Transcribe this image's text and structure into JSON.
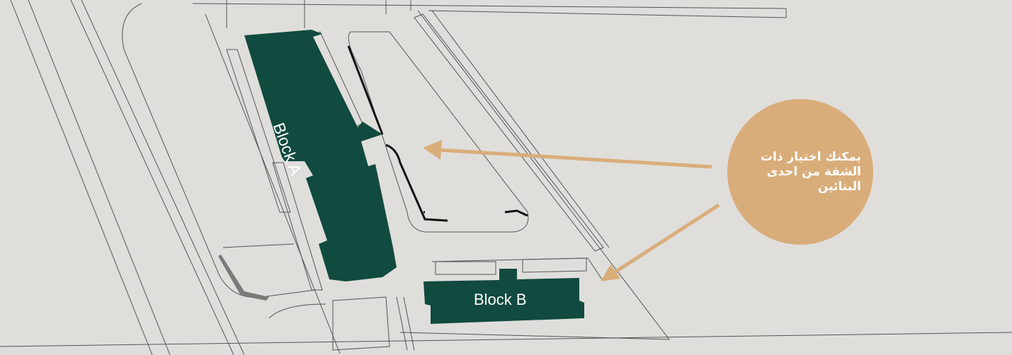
{
  "blocks": {
    "a_label": "Block A",
    "b_label": "Block B"
  },
  "callout": {
    "lines": [
      "يمكنك اختيار ذات",
      "الشقة من احدى",
      "البنائين"
    ]
  },
  "colors": {
    "background": "#dfdedb",
    "building": "#114a3f",
    "callout": "#d9ad7a",
    "line": "#3a3a3a"
  }
}
